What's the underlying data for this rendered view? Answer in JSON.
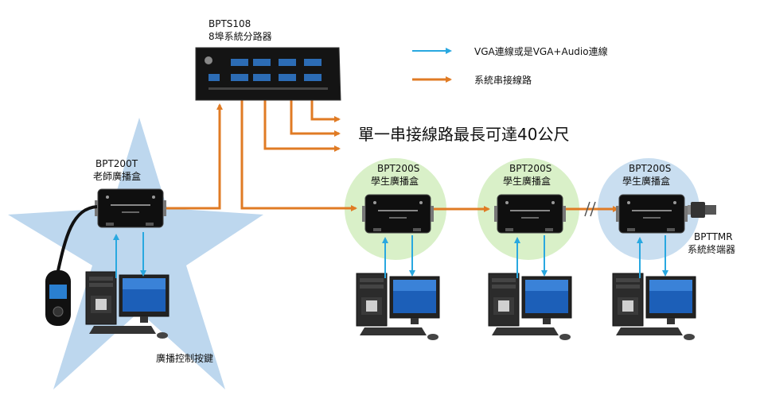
{
  "splitter": {
    "model": "BPTS108",
    "name": "8埠系統分路器"
  },
  "legend": {
    "vga": {
      "label": "VGA連線或是VGA+Audio連線",
      "color": "#29a8e0"
    },
    "chain": {
      "label": "系統串接線路",
      "color": "#e07b24"
    }
  },
  "max_length_note": "單一串接線路最長可達40公尺",
  "teacher_box": {
    "model": "BPT200T",
    "name": "老師廣播盒"
  },
  "student_boxes": [
    {
      "model": "BPT200S",
      "name": "學生廣播盒"
    },
    {
      "model": "BPT200S",
      "name": "學生廣播盒"
    },
    {
      "model": "BPT200S",
      "name": "學生廣播盒"
    }
  ],
  "terminator": {
    "model": "BPTTMR",
    "name": "系統終端器"
  },
  "remote": {
    "label": "廣播控制按鍵"
  }
}
